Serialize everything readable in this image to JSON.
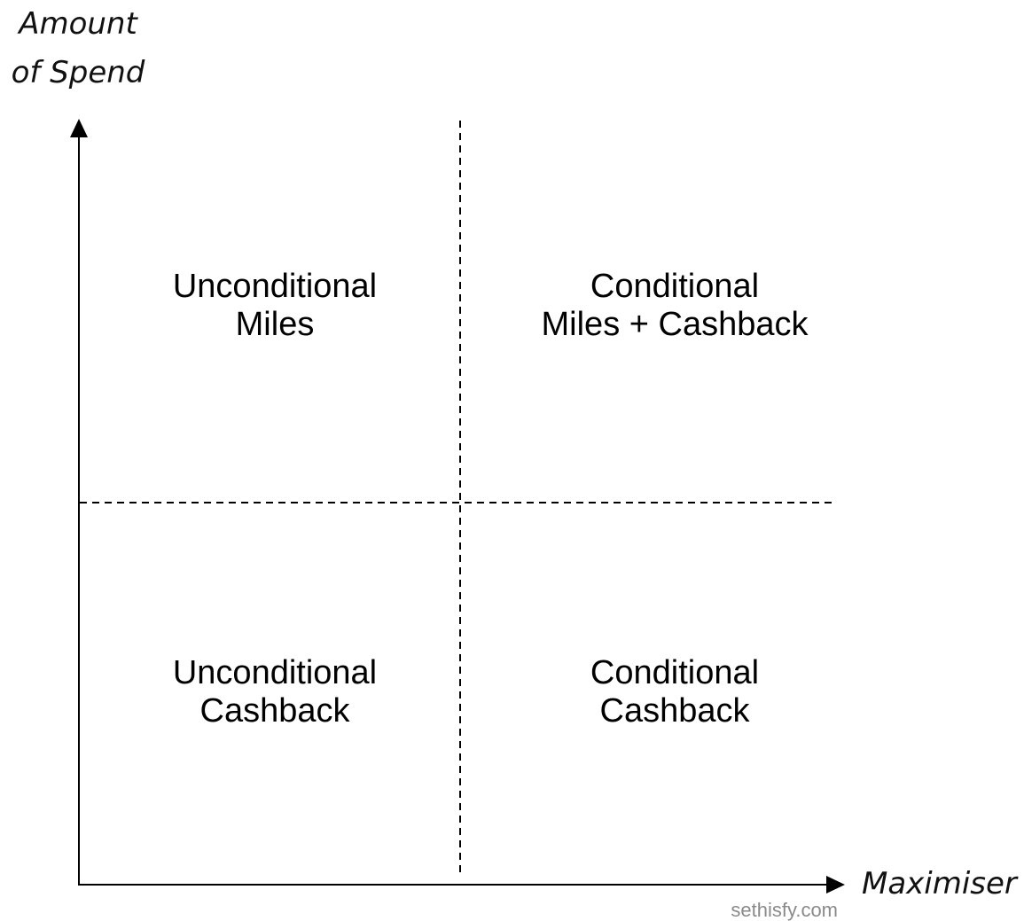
{
  "axes": {
    "y_label_lines": [
      "Amount",
      "of Spend"
    ],
    "x_label": "Maximiser"
  },
  "quadrants": {
    "top_left": [
      "Unconditional",
      "Miles"
    ],
    "top_right": [
      "Conditional",
      "Miles + Cashback"
    ],
    "bottom_left": [
      "Unconditional",
      "Cashback"
    ],
    "bottom_right": [
      "Conditional",
      "Cashback"
    ]
  },
  "credit": "sethisfy.com",
  "colors": {
    "ink": "#000000",
    "credit": "#8a8a8a",
    "background": "#ffffff"
  }
}
